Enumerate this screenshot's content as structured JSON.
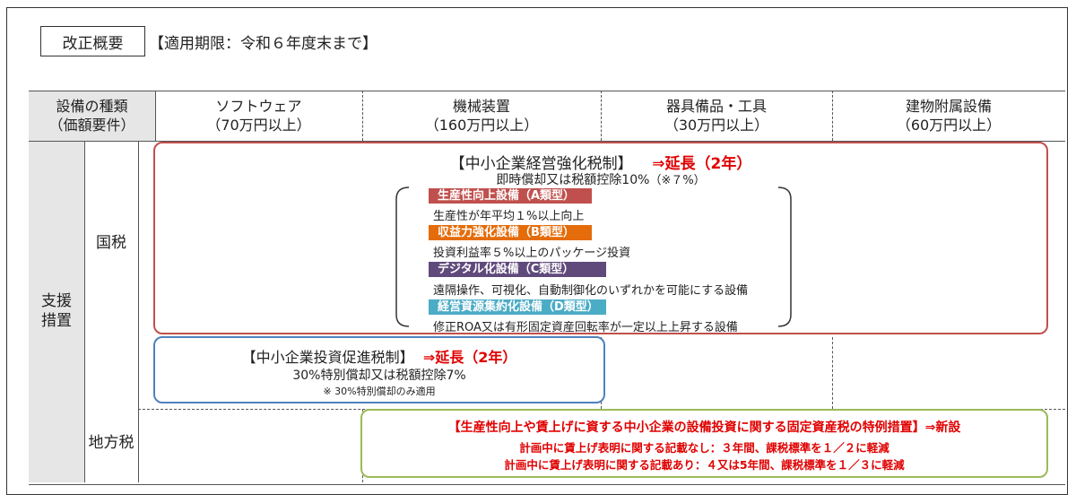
{
  "header": {
    "title": "改正概要",
    "period": "【適用期限：令和６年度末まで】"
  },
  "columns": {
    "type_label_line1": "設備の種類",
    "type_label_line2": "（価額要件）",
    "items": [
      {
        "name": "ソフトウェア",
        "req": "（70万円以上）"
      },
      {
        "name": "機械装置",
        "req": "（160万円以上）"
      },
      {
        "name": "器具備品・工具",
        "req": "（30万円以上）"
      },
      {
        "name": "建物附属設備",
        "req": "（60万円以上）"
      }
    ]
  },
  "rows": {
    "support_line1": "支援",
    "support_line2": "措置",
    "national": "国税",
    "local": "地方税"
  },
  "sme_management": {
    "title": "【中小企業経営強化税制】",
    "extend": "⇒延長（2年）",
    "subtitle": "即時償却又は税額控除10%",
    "note": "（※７%）",
    "types": [
      {
        "label": "生産性向上設備（A類型）",
        "desc": "生産性が年平均１%以上向上",
        "color": "#c0504d"
      },
      {
        "label": "収益力強化設備（B類型）",
        "desc": "投資利益率５%以上のパッケージ投資",
        "color": "#e46c0a"
      },
      {
        "label": "デジタル化設備（C類型）",
        "desc": "遠隔操作、可視化、自動制御化のいずれかを可能にする設備",
        "color": "#604a7b"
      },
      {
        "label": "経営資源集約化設備（D類型）",
        "desc": "修正ROA又は有形固定資産回転率が一定以上上昇する設備",
        "color": "#4bacc6"
      }
    ]
  },
  "sme_investment": {
    "title": "【中小企業投資促進税制】",
    "extend": "⇒延長（2年）",
    "subtitle": "30%特別償却又は税額控除7%",
    "note": "※ 30%特別償却のみ適用"
  },
  "fixed_asset": {
    "title": "【生産性向上や賃上げに資する中小企業の設備投資に関する固定資産税の特例措置】⇒新設",
    "line1": "計画中に賃上げ表明に関する記載なし：３年間、課税標準を１／２に軽減",
    "line2": "計画中に賃上げ表明に関する記載あり：４又は5年間、課税標準を１／３に軽減"
  }
}
